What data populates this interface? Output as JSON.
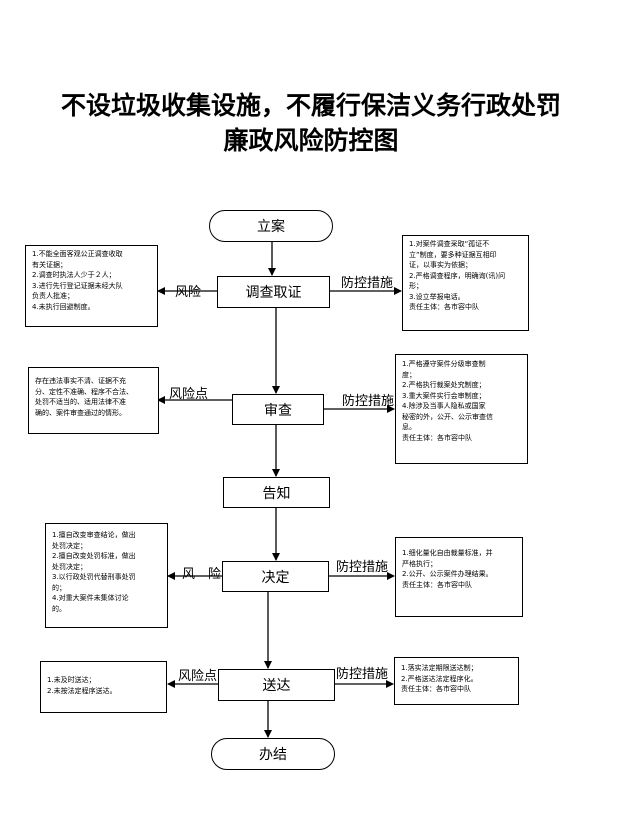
{
  "title": {
    "line1": "不设垃圾收集设施，不履行保洁义务行政处罚",
    "line2": "廉政风险防控图"
  },
  "nodes": {
    "start": "立案",
    "investigate": "调查取证",
    "review": "审查",
    "notify": "告知",
    "decide": "决定",
    "deliver": "送达",
    "end": "办结"
  },
  "labels": {
    "risk_investigate": "风险",
    "control_investigate": "防控措施",
    "risk_review": "风险点",
    "control_review": "防控措施",
    "risk_decide": "风　险",
    "control_decide": "防控措施",
    "risk_deliver": "风险点",
    "control_deliver": "防控措施"
  },
  "risks": {
    "investigate": [
      "1.不能全面客观公正调查收取",
      "有关证据；",
      "2.调查时执法人少于２人；",
      "3.进行先行登记证据未经大队",
      "负责人批准；",
      "4.未执行回避制度。"
    ],
    "review": [
      "存在违法事实不清、证据不充",
      "分、定性不准确、程序不合法、",
      "处罚不适当的、适用法律不准",
      "确的、案件审查通过的情形。"
    ],
    "decide": [
      "1.擅自改变审查结论，做出",
      "处罚决定；",
      "2.擅自改变处罚标准，做出",
      "处罚决定；",
      "3.以行政处罚代替刑事处罚",
      "的；",
      "4.对重大案件未集体讨论",
      "的。"
    ],
    "deliver": [
      "1.未及时送达；",
      "2.未按法定程序送达。"
    ]
  },
  "controls": {
    "investigate": [
      "1.对案件调查采取“孤证不",
      "立”制度，要多种证据互相印",
      "证，以事实为依据；",
      "2.严格调查程序，明确询(讯)问",
      "形；",
      "3.设立举报电话。",
      "责任主体：各市容中队"
    ],
    "review": [
      "1.严格遵守案件分级审查制",
      "度；",
      "2.严格执行裁案处究制度；",
      "3.重大案件实行会审制度；",
      "4.除涉及当事人隐私或国家",
      "秘密的外，公开、公示审查信",
      "息。",
      "责任主体：各市容中队"
    ],
    "decide": [
      "1.细化量化自由裁量标准，并",
      "严格执行；",
      "2.公开、公示案件办理结果。",
      "",
      "责任主体：各市容中队"
    ],
    "deliver": [
      "1.落实法定期限送达制；",
      "2.严格送达法定程序化。",
      "责任主体：各市容中队"
    ]
  }
}
